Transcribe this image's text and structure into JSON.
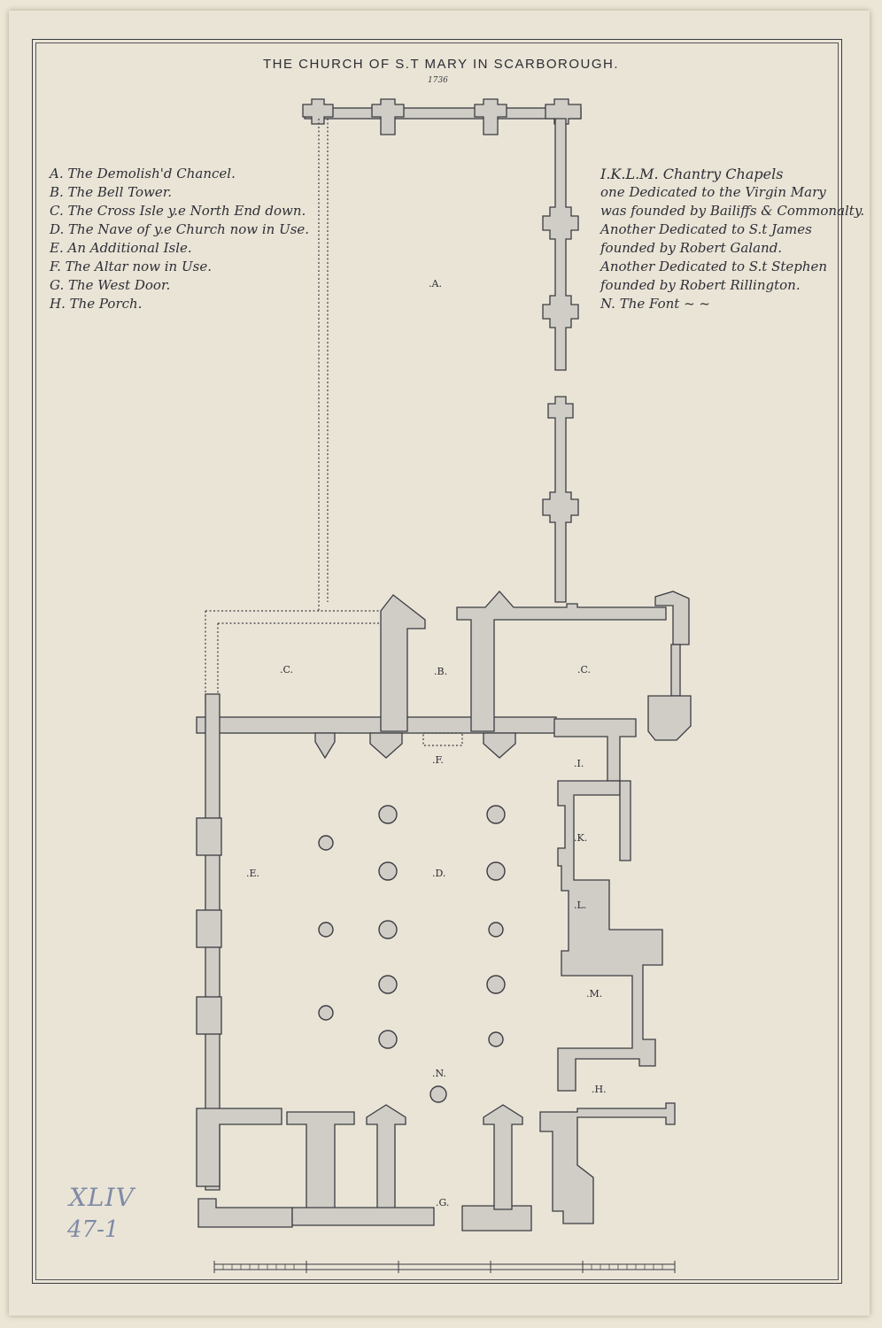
{
  "title": "THE CHURCH OF S.T MARY IN SCARBOROUGH.",
  "date": "1736",
  "legend_left": [
    "A. The Demolish'd Chancel.",
    "B. The Bell Tower.",
    "C. The Cross Isle y.e North End down.",
    "D. The Nave of y.e Church now in Use.",
    "E. An Additional Isle.",
    "F. The Altar now in Use.",
    "G. The West Door.",
    "H. The Porch."
  ],
  "legend_right": [
    "I.K.L.M. Chantry Chapels",
    "one Dedicated to the Virgin Mary",
    "was founded by Bailiffs & Commonalty.",
    "Another Dedicated to S.t James",
    "founded by Robert Galand.",
    "Another Dedicated to S.t Stephen",
    "founded by Robert Rillington.",
    "N. The Font ~ ~"
  ],
  "plan_labels": {
    "A": ".A.",
    "B": ".B.",
    "C_left": ".C.",
    "C_right": ".C.",
    "D": ".D.",
    "E": ".E.",
    "F": ".F.",
    "G": ".G.",
    "H": ".H.",
    "I": ".I.",
    "K": ".K.",
    "L": ".L.",
    "M": ".M.",
    "N": ".N."
  },
  "corner_marks": [
    "XLIV",
    "47-1"
  ],
  "colors": {
    "paper": "#e9e4d6",
    "ink": "#3c3c42",
    "wash": "#cfcdc6"
  }
}
